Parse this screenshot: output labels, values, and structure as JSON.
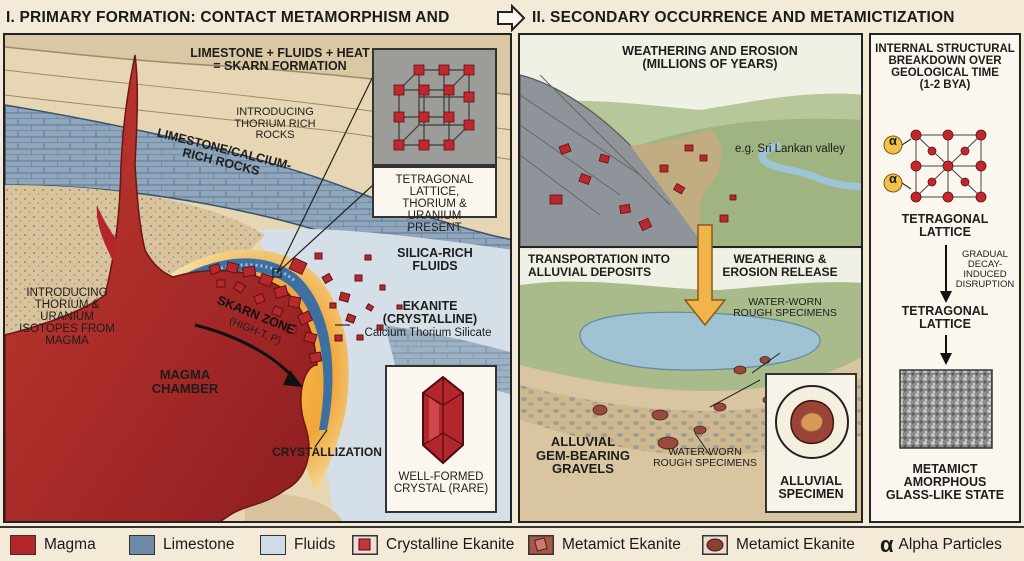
{
  "left": {
    "header": "I. PRIMARY FORMATION: CONTACT METAMORPHISM AND SKARN ZONE",
    "skarn_formation": "LIMESTONE + FLUIDS + HEAT\n= SKARN FORMATION",
    "thorium_rocks": "INTRODUCING\nTHORIUM RICH\nROCKS",
    "limestone_rocks": "LIMESTONE/CALCIUM-\nRICH ROCKS",
    "lattice_caption": "TETRAGONAL LATTICE,\nTHORIUM & URANIUM\nPRESENT",
    "silica_fluids": "SILICA-RICH\nFLUIDS",
    "ekanite_title": "EKANITE\n(CRYSTALLINE)",
    "ekanite_sub": "Calcium Thorium Silicate",
    "isotopes": "INTRODUCING\nTHORIUM & URANIUM\nISOTOPES FROM\nMAGMA",
    "skarn_zone": "SKARN ZONE",
    "skarn_cond": "(HIGH-T, P)",
    "magma_chamber": "MAGMA\nCHAMBER",
    "crystallization": "CRYSTALLIZATION",
    "crystal_caption": "WELL-FORMED\nCRYSTAL (RARE)"
  },
  "right": {
    "header": "II. SECONDARY OCCURRENCE AND METAMICTIZATION",
    "weathering": "WEATHERING AND EROSION\n(MILLIONS OF YEARS)",
    "valley": "e.g. Sri Lankan valley",
    "transport": "TRANSPORTATION INTO\nALLUVIAL DEPOSITS",
    "release": "WEATHERING &\nEROSION RELEASE",
    "waterworn_1": "WATER-WORN\nROUGH SPECIMENS",
    "waterworn_2": "WATER-WORN\nROUGH SPECIMENS",
    "gravels": "ALLUVIAL\nGEM-BEARING\nGRAVELS",
    "specimen": "ALLUVIAL\nSPECIMEN"
  },
  "side": {
    "title": "INTERNAL STRUCTURAL\nBREAKDOWN OVER\nGEOLOGICAL TIME\n(1-2 BYA)",
    "alpha_symbol": "α",
    "lattice_1": "TETRAGONAL\nLATTICE",
    "decay": "GRADUAL\nDECAY-INDUCED\nDISRUPTION",
    "lattice_2": "TETRAGONAL\nLATTICE",
    "metamict": "METAMICT\nAMORPHOUS\nGLASS-LIKE STATE"
  },
  "legend": [
    {
      "label": "Magma",
      "color": "#b3262c",
      "icon": "magma-swatch"
    },
    {
      "label": "Limestone",
      "color": "#6f8aa6",
      "icon": "limestone-swatch"
    },
    {
      "label": "Fluids",
      "color": "#cfdbe6",
      "icon": "fluids-swatch"
    },
    {
      "label": "Crystalline Ekanite",
      "color": "#c4363a",
      "icon": "crystalline-ekanite-icon"
    },
    {
      "label": "Metamict Ekanite",
      "color": "#a8574a",
      "icon": "metamict-ekanite-icon"
    },
    {
      "label": "Metamict Ekanite",
      "color": "#8c3f33",
      "icon": "metamict-pebble-icon"
    },
    {
      "label": "Alpha Particles",
      "symbol": "α",
      "icon": "alpha-symbol"
    }
  ]
}
